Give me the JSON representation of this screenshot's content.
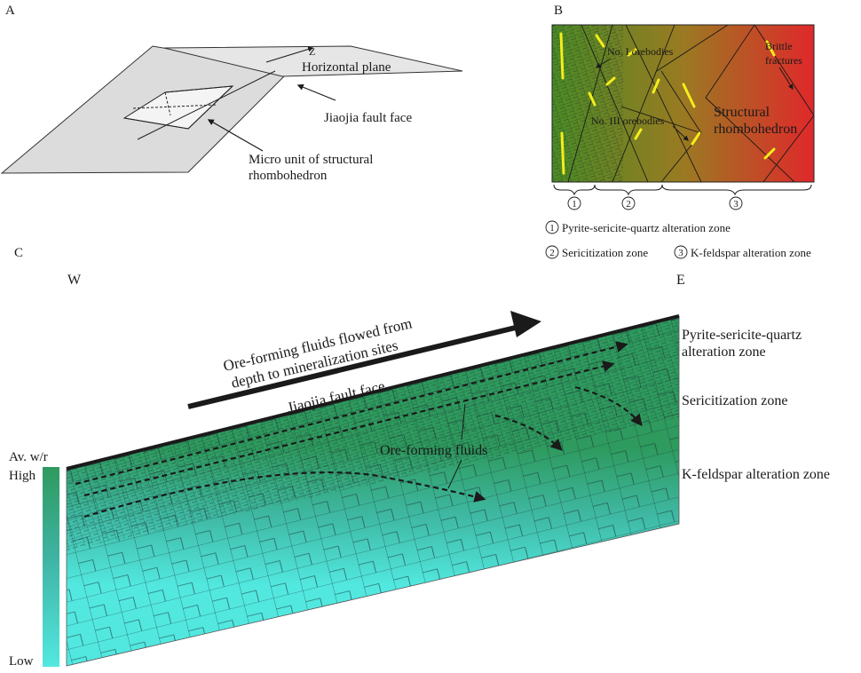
{
  "panel_a": {
    "letter": "A",
    "horizontal_plane": "Horizontal plane",
    "z_label": "Z",
    "fault_face": "Jiaojia  fault face",
    "micro_unit_line1": "Micro unit of structural",
    "micro_unit_line2": "rhombohedron"
  },
  "panel_b": {
    "letter": "B",
    "orebodies_1": "No. I orebodies",
    "orebodies_3": "No. III orebodies",
    "brittle_line1": "Brittle",
    "brittle_line2": "fractures",
    "struct_line1": "Structural",
    "struct_line2": "rhombohedron",
    "zone_numbers": [
      "1",
      "2",
      "3"
    ],
    "legend": [
      {
        "num": "1",
        "text": "Pyrite-sericite-quartz alteration zone"
      },
      {
        "num": "2",
        "text": "Sericitization zone"
      },
      {
        "num": "3",
        "text": "K-feldspar alteration zone"
      }
    ],
    "colors": {
      "green": "#4a8b25",
      "red": "#e0282a",
      "vein": "#f4ee1a"
    }
  },
  "panel_c": {
    "letter": "C",
    "west": "W",
    "east": "E",
    "flow_line1": "Ore-forming fluids flowed from",
    "flow_line2": "depth to mineralization sites",
    "fault_face": "Jiaojia fault face",
    "fluids": "Ore-forming fluids",
    "zones": [
      "Pyrite-sericite-quartz",
      "alteration zone",
      "Sericitization zone",
      "K-feldspar alteration zone"
    ],
    "scale_title": "Av.  w/r",
    "scale_high": "High",
    "scale_low": "Low",
    "colors": {
      "high": "#2e9a5e",
      "low": "#52e8e0"
    }
  }
}
